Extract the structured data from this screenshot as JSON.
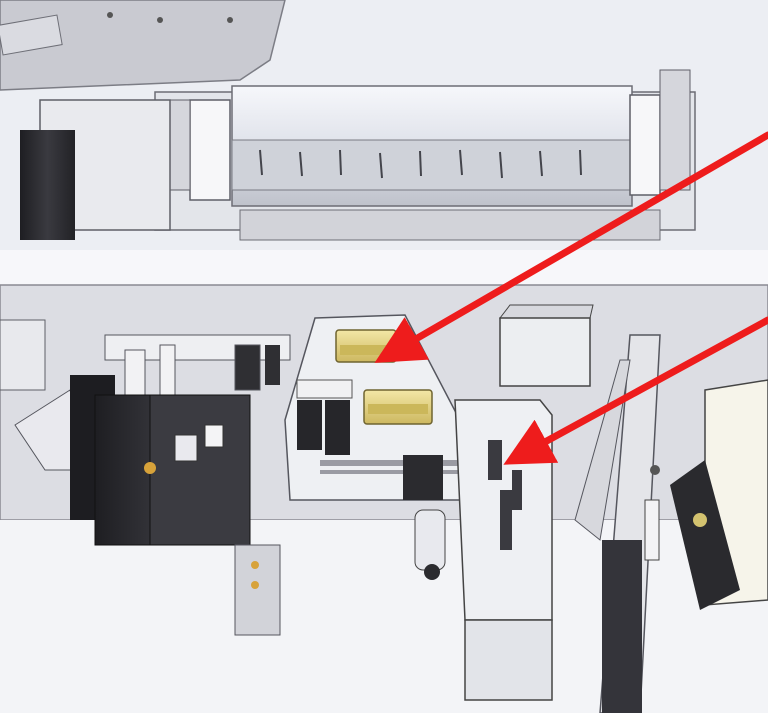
{
  "colors": {
    "background": "#f4f4f7",
    "frame": "#dcdce2",
    "frame_edge": "#8a8a92",
    "dark_part": "#2c2c30",
    "brass_valve": "#e8d98c",
    "arrow": "#ee1c1c"
  },
  "annotations": [
    {
      "type": "arrow",
      "color": "#ee1c1c",
      "points_to": "brass-valve"
    },
    {
      "type": "arrow",
      "color": "#ee1c1c",
      "points_to": "connector-box"
    }
  ]
}
